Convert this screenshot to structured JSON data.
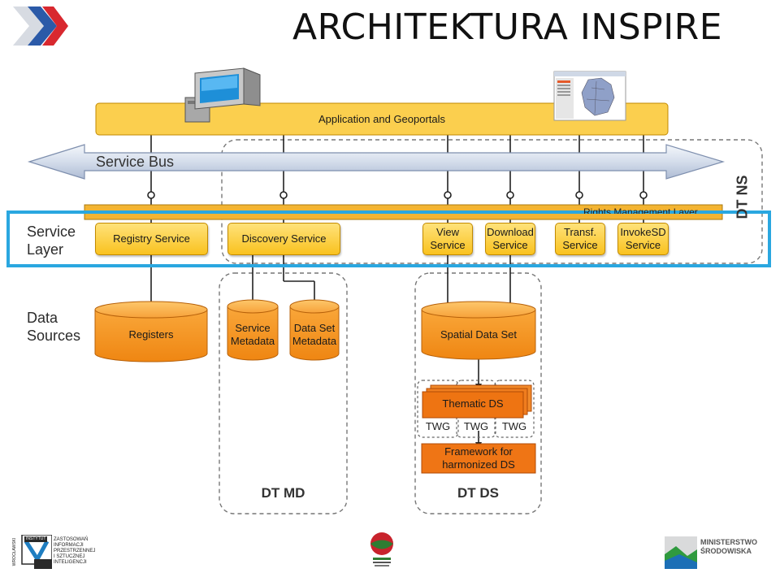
{
  "title": "ARCHITEKTURA INSPIRE",
  "application_bar": "Application and Geoportals",
  "service_bus": "Service Bus",
  "rights_layer": "Rights Management Layer",
  "dt_ns": "DT NS",
  "layers": {
    "service": "Service\nLayer",
    "data": "Data\nSources"
  },
  "services": {
    "registry": "Registry Service",
    "discovery": "Discovery Service",
    "view": "View\nService",
    "download": "Download\nService",
    "transf": "Transf.\nService",
    "invoke": "InvokeSD\nService"
  },
  "data_sources": {
    "registers": "Registers",
    "service_metadata": "Service\nMetadata",
    "dataset_metadata": "Data Set\nMetadata",
    "spatial": "Spatial Data Set",
    "thematic": "Thematic DS",
    "twg": [
      "TWG",
      "TWG",
      "TWG"
    ],
    "framework": "Framework for\nharmonized DS"
  },
  "dt_md": "DT MD",
  "dt_ds": "DT DS",
  "logos": {
    "institute_vertical": "WROCŁAWSKI",
    "institute_badge": "INSTYTUT",
    "institute_text": "ZASTOSOWAŃ\nINFORMACJI\nPRZESTRZENNEJ\nI SZTUCZNEJ\nINTELIGENCJI",
    "ministry_text": "MINISTERSTWO\nŚRODOWISKA"
  },
  "colors": {
    "service_fill": "#fbd03a",
    "data_fill": "#f5961e",
    "highlight": "#2aa7e0",
    "red_arrow": "#d8282f",
    "blue_arrow": "#2b5aa8"
  }
}
